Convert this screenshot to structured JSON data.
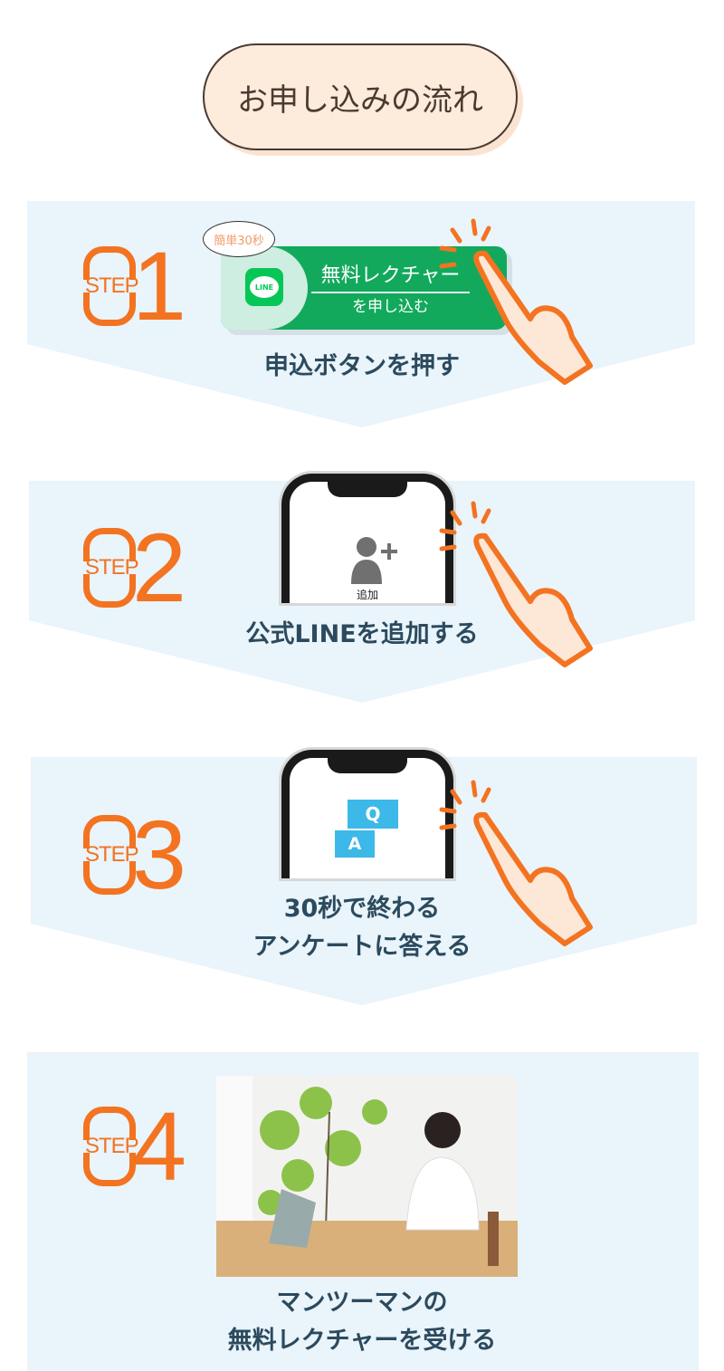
{
  "title": "お申し込みの流れ",
  "step_label": "STEP",
  "steps": [
    {
      "num": "1",
      "caption": "申込ボタンを押す",
      "badge": "簡単30秒",
      "button_line1": "無料レクチャー",
      "button_line2": "を申し込む",
      "line_icon": "LINE"
    },
    {
      "num": "2",
      "caption": "公式LINEを追加する",
      "screen_label": "追加"
    },
    {
      "num": "3",
      "caption_line1": "30秒で終わる",
      "caption_line2": "アンケートに答える",
      "q": "Q",
      "a": "A"
    },
    {
      "num": "4",
      "caption_line1": "マンツーマンの",
      "caption_line2": "無料レクチャーを受ける"
    }
  ],
  "colors": {
    "accent": "#f37321",
    "panel": "#e9f4fb",
    "line_green": "#12a95d"
  }
}
